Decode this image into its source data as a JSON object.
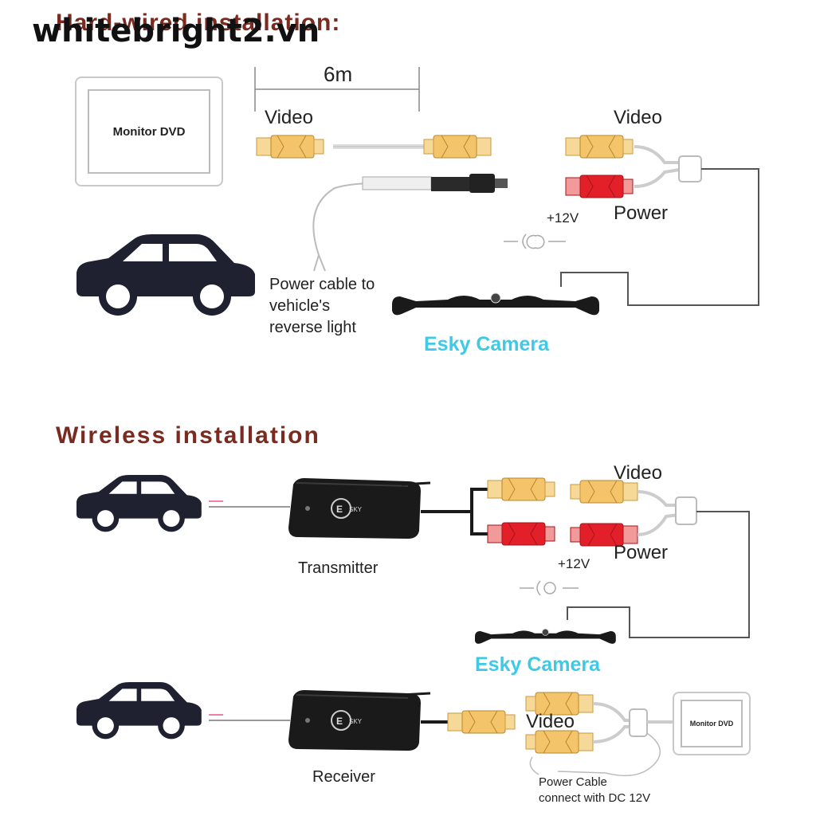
{
  "watermark": "whitebright2.vn",
  "hardwired": {
    "title": "Hard-wired installation:",
    "cable_length": "6m",
    "video_label_left": "Video",
    "video_label_right": "Video",
    "power_label": "Power",
    "voltage_label": "+12V",
    "monitor_label": "Monitor DVD",
    "power_cable_note": [
      "Power cable to",
      "vehicle's",
      "reverse light"
    ],
    "camera_label": "Esky Camera"
  },
  "wireless": {
    "title": "Wireless installation",
    "transmitter_label": "Transmitter",
    "receiver_label": "Receiver",
    "video_label_top": "Video",
    "power_label": "Power",
    "voltage_label": "+12V",
    "camera_label": "Esky Camera",
    "video_label_bottom": "Video",
    "monitor_label": "Monitor DVD",
    "power_cable_note": [
      "Power Cable",
      "connect with DC 12V"
    ],
    "device_logo": "ESKY"
  },
  "colors": {
    "heading": "#7a2a1e",
    "esky_camera": "#3ec9e6",
    "video_plug": "#f3c46a",
    "power_plug": "#e3202a",
    "car": "#1f2030",
    "device": "#1a1a1a"
  }
}
